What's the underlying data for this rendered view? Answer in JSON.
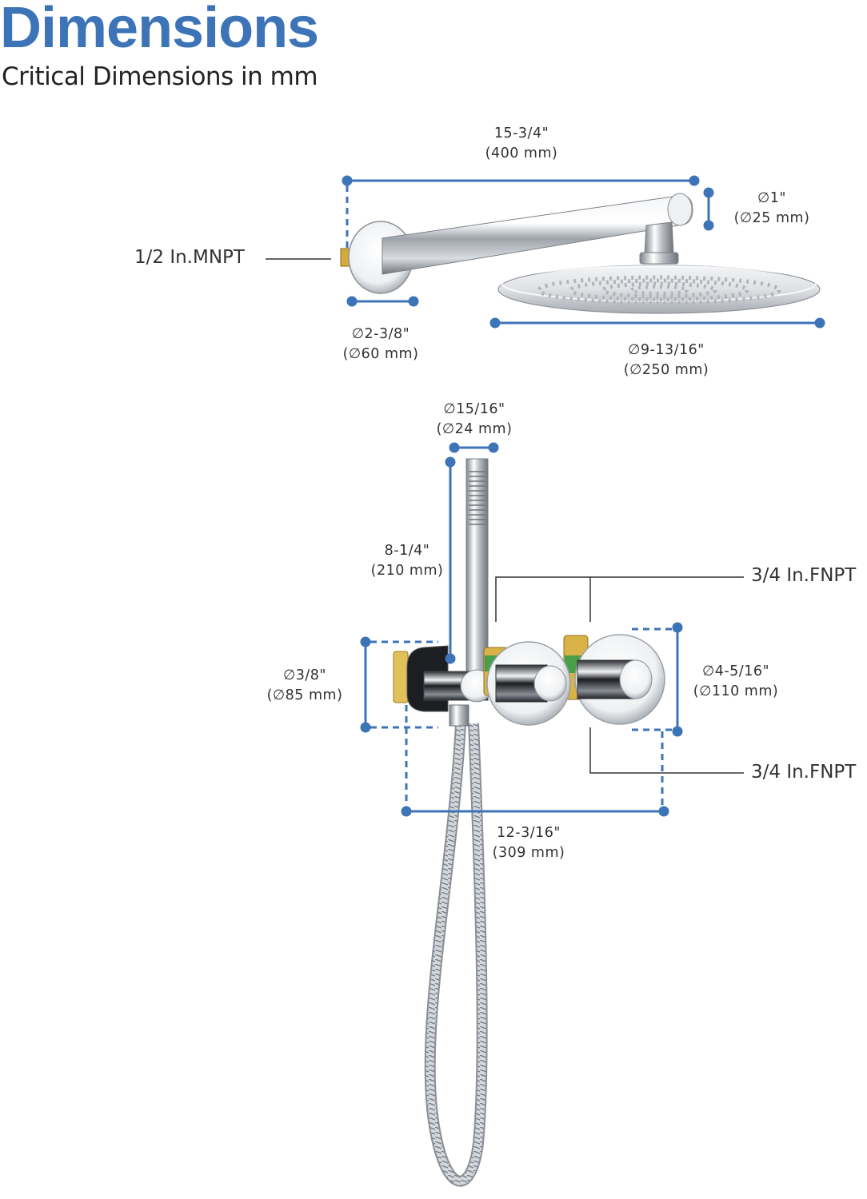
{
  "header": {
    "title": "Dimensions",
    "subtitle": "Critical Dimensions in mm"
  },
  "colors": {
    "accent": "#3d74b8",
    "text": "#333333",
    "chrome": "#c9ccd1",
    "brass": "#d9b347"
  },
  "dimensions": {
    "arm_length": {
      "imperial": "15-3/4\"",
      "metric": "(400 mm)"
    },
    "arm_diameter": {
      "imperial": "∅1\"",
      "metric": "(∅25 mm)"
    },
    "flange_diameter": {
      "imperial": "∅2-3/8\"",
      "metric": "(∅60 mm)"
    },
    "head_diameter": {
      "imperial": "∅9-13/16\"",
      "metric": "(∅250 mm)"
    },
    "handle_diameter": {
      "imperial": "∅15/16\"",
      "metric": "(∅24 mm)"
    },
    "handle_length": {
      "imperial": "8-1/4\"",
      "metric": "(210 mm)"
    },
    "holder_diameter": {
      "imperial": "∅3/8\"",
      "metric": "(∅85 mm)"
    },
    "valve_plate_diameter": {
      "imperial": "∅4-5/16\"",
      "metric": "(∅110 mm)"
    },
    "valve_width": {
      "imperial": "12-3/16\"",
      "metric": "(309 mm)"
    }
  },
  "connections": {
    "arm_inlet": "1/2 In.MNPT",
    "valve_top": "3/4 In.FNPT",
    "valve_bottom": "3/4 In.FNPT"
  }
}
